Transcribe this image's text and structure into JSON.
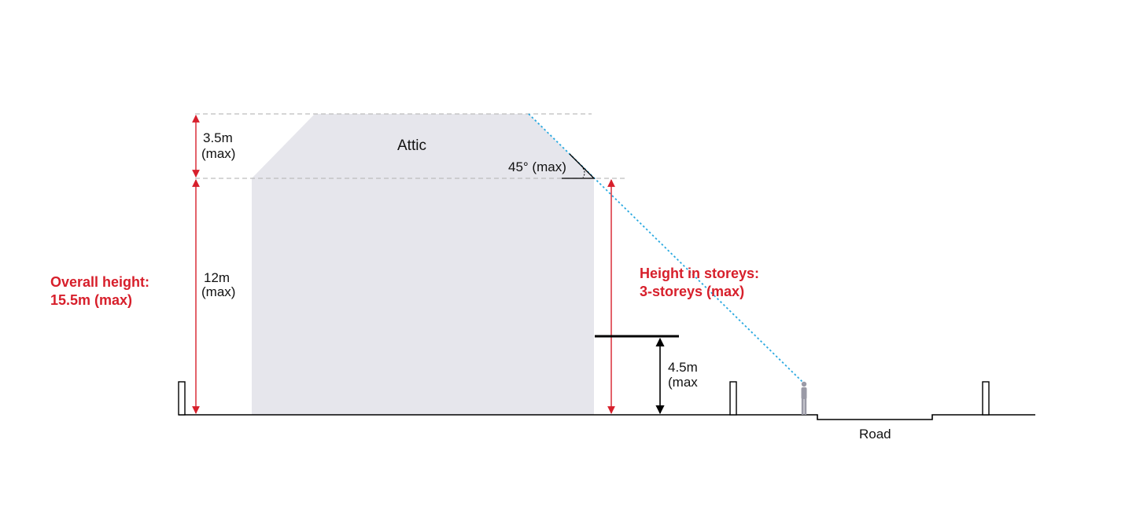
{
  "diagram": {
    "building": {
      "attic_label": "Attic"
    },
    "dimensions": {
      "attic_height": {
        "value": "3.5m",
        "qualifier": "(max)"
      },
      "wall_height": {
        "value": "12m",
        "qualifier": "(max)"
      },
      "angle": "45° (max)",
      "street_wall": {
        "value": "4.5m",
        "qualifier": "(max"
      }
    },
    "callouts": {
      "overall_height": {
        "line1": "Overall height:",
        "line2": "15.5m (max)"
      },
      "storeys": {
        "line1": "Height in storeys:",
        "line2": "3-storeys (max)"
      }
    },
    "road_label": "Road",
    "colors": {
      "building_fill": "#e6e6ec",
      "dimension_red": "#d71f2b",
      "sightline_blue": "#2aa9e0",
      "guide_gray": "#bdbdbd",
      "person_gray": "#9a9aa6"
    }
  }
}
